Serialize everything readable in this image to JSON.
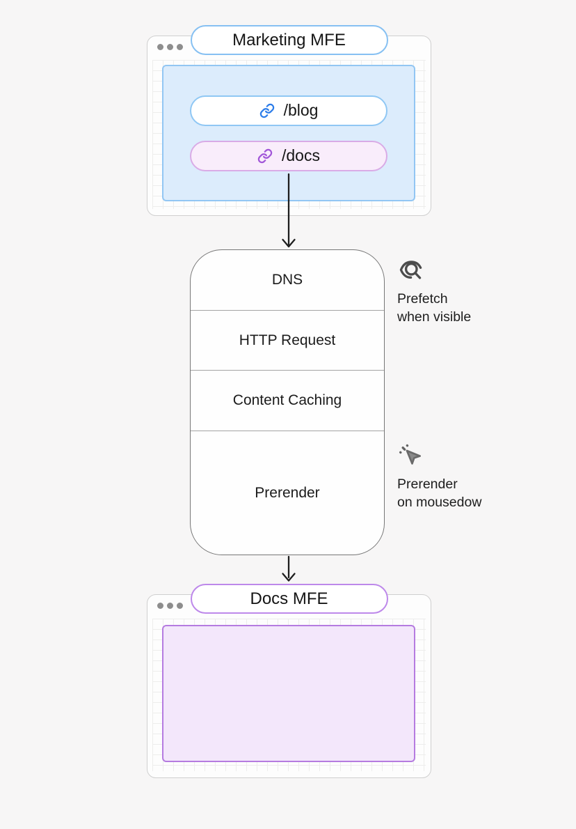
{
  "page": {
    "background_color": "#f7f6f6",
    "text_color": "#1a1a1a",
    "arrow_color": "#1e1e1e"
  },
  "marketing_window": {
    "title": "Marketing MFE",
    "accent_border": "#86c0f2",
    "panel_fill": "#dcecfc",
    "panel_border": "#92c6f3",
    "links": [
      {
        "label": "/blog",
        "icon": "link-icon",
        "fill": "#ffffff",
        "border": "#8fc7f4",
        "icon_color": "#2b7ce9"
      },
      {
        "label": "/docs",
        "icon": "link-icon",
        "fill": "#f9edfb",
        "border": "#d9abe6",
        "icon_color": "#a155d8"
      }
    ]
  },
  "pipeline": {
    "stages": [
      {
        "label": "DNS"
      },
      {
        "label": "HTTP Request"
      },
      {
        "label": "Content Caching"
      },
      {
        "label": "Prerender"
      }
    ]
  },
  "annotations": [
    {
      "icon": "prefetch-visible-icon",
      "lines": [
        "Prefetch",
        "when visible"
      ]
    },
    {
      "icon": "cursor-click-icon",
      "lines": [
        "Prerender",
        "on mousedow"
      ]
    }
  ],
  "docs_window": {
    "title": "Docs MFE",
    "accent_border": "#bd88ea",
    "panel_fill": "#f3e7fb",
    "panel_border": "#b57be0"
  }
}
